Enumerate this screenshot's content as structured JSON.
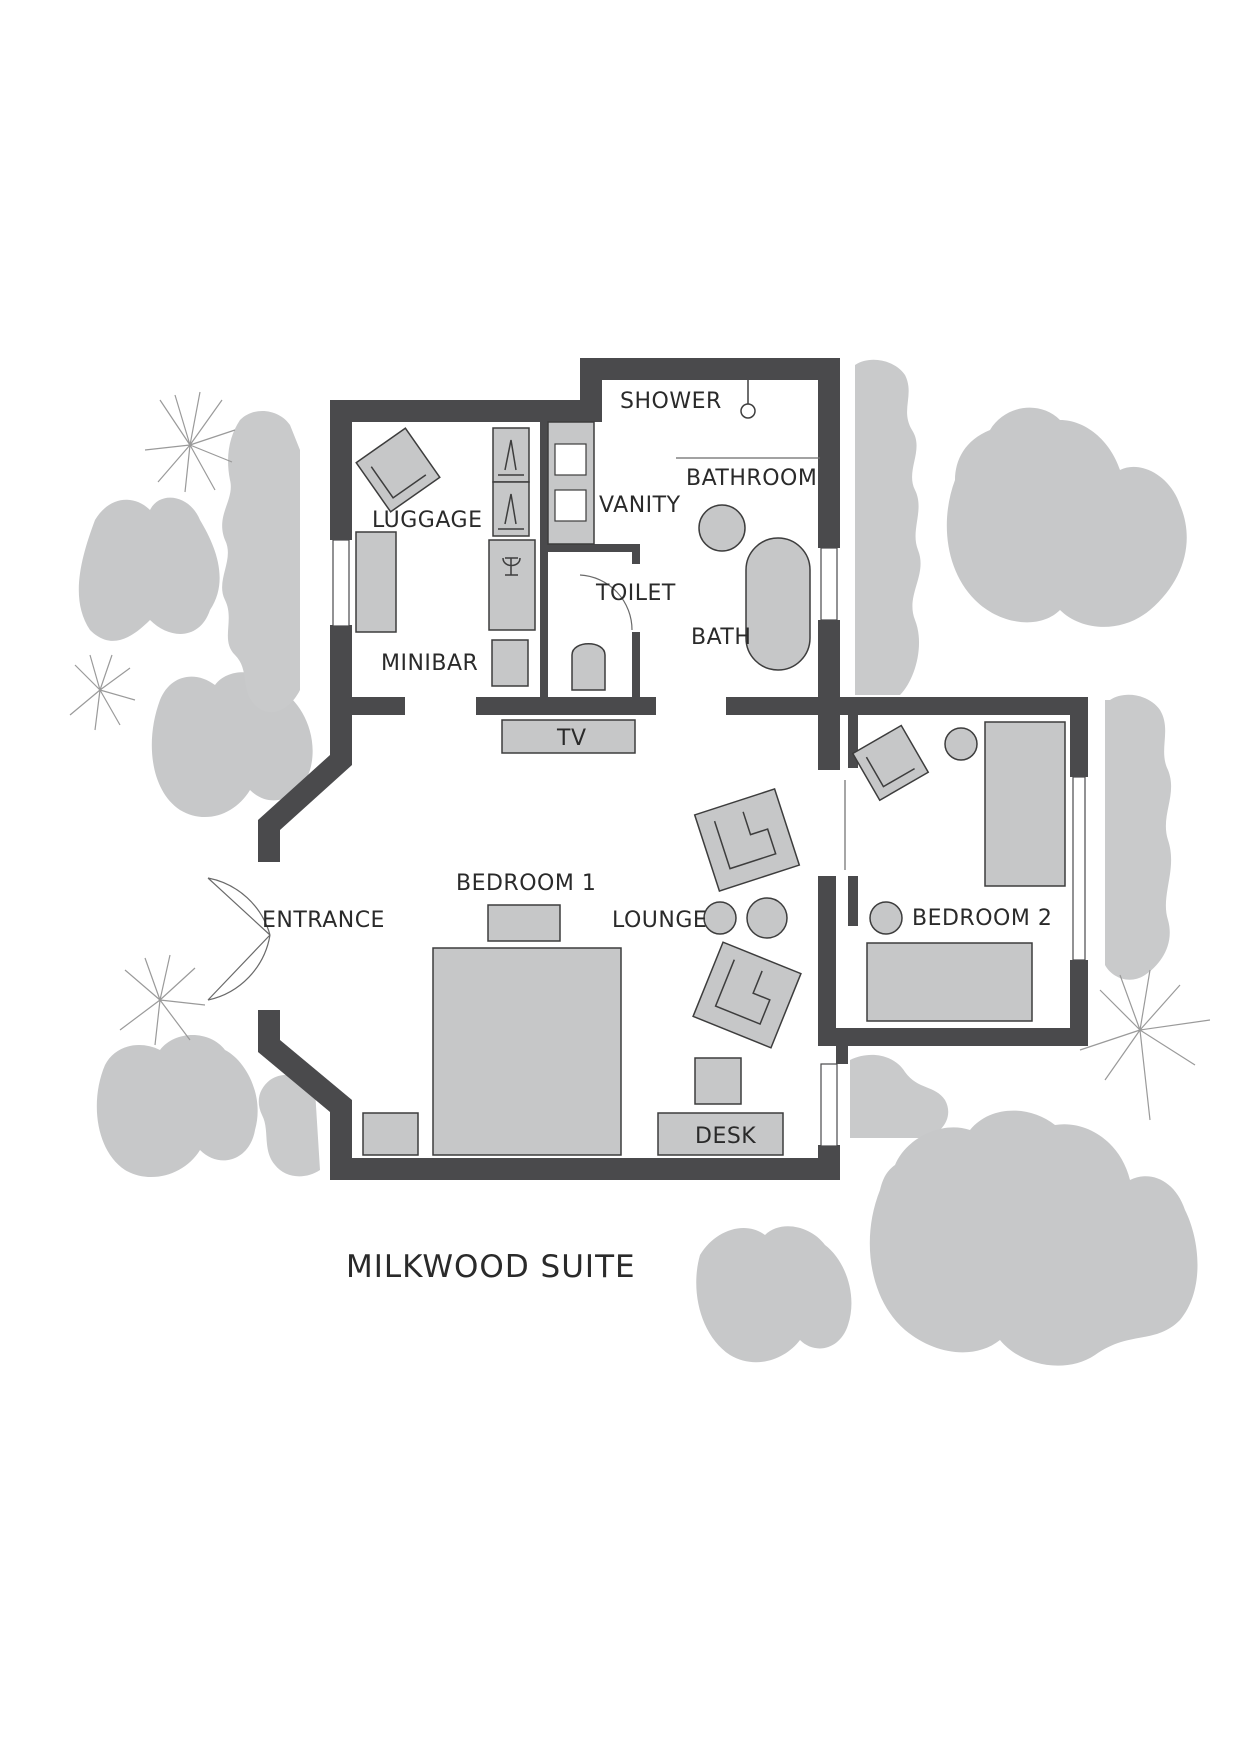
{
  "title": "MILKWOOD SUITE",
  "rooms": {
    "shower": "SHOWER",
    "bathroom": "BATHROOM",
    "vanity": "VANITY",
    "luggage": "LUGGAGE",
    "toilet": "TOILET",
    "bath": "BATH",
    "minibar": "MINIBAR",
    "tv": "TV",
    "bedroom1": "BEDROOM 1",
    "entrance": "ENTRANCE",
    "lounge": "LOUNGE",
    "bedroom2": "BEDROOM 2",
    "desk": "DESK"
  },
  "colors": {
    "wall": "#4a4a4c",
    "furniture": "#c6c7c8",
    "vegetation": "#c7c8c9",
    "text": "#2a2a2a"
  }
}
